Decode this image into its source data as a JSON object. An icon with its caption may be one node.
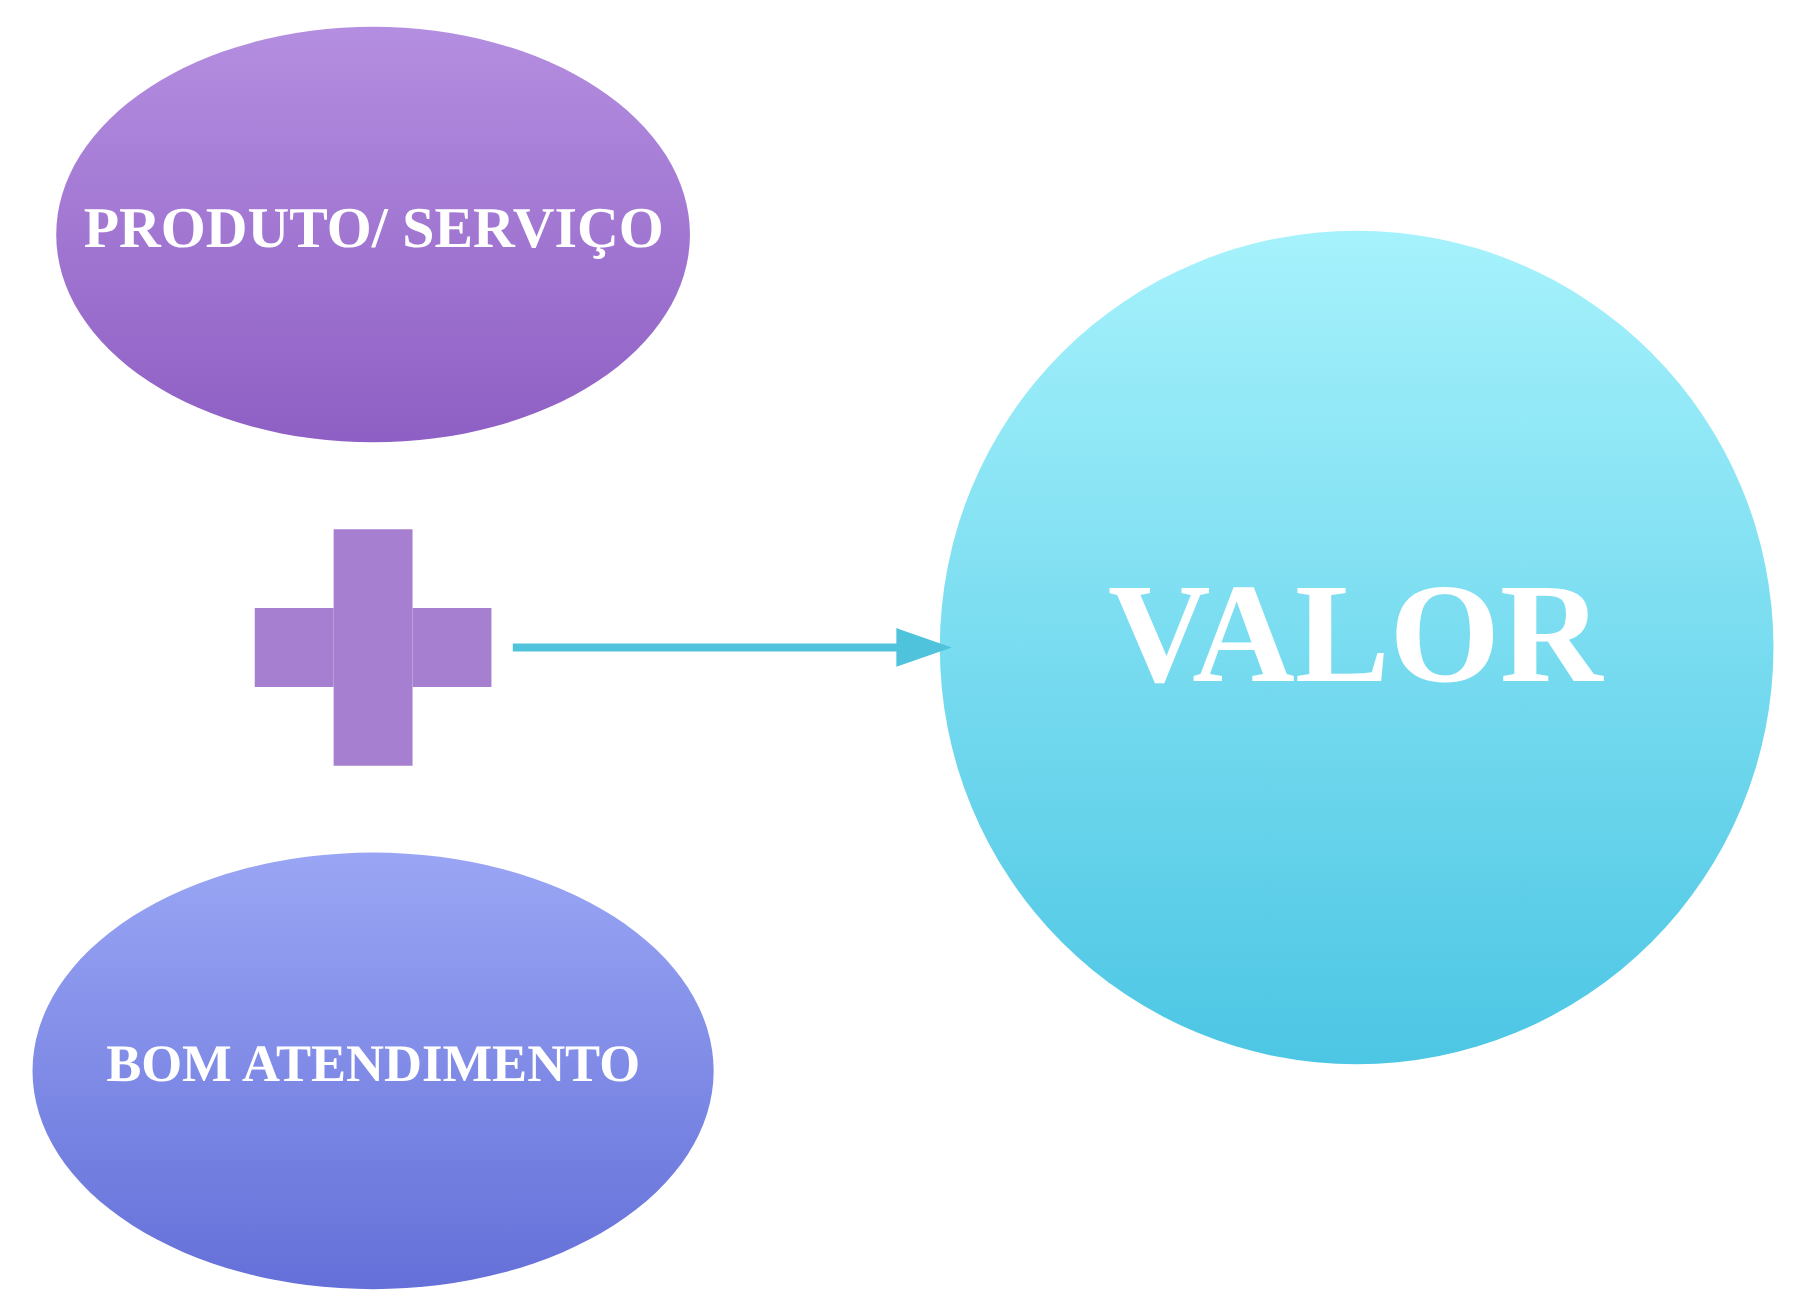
{
  "diagram": {
    "nodes": [
      {
        "text": [
          "PRODUTO/ SERVIÇO"
        ]
      },
      {
        "text": [],
        "shape": "plus"
      },
      {
        "text": [
          "BOM ATENDIMENTO"
        ]
      },
      {
        "text": [
          "VALOR"
        ]
      }
    ],
    "edges": [
      {
        "from": 1,
        "to": 3,
        "arrow": "to",
        "color": "#4fc3dc"
      }
    ]
  }
}
